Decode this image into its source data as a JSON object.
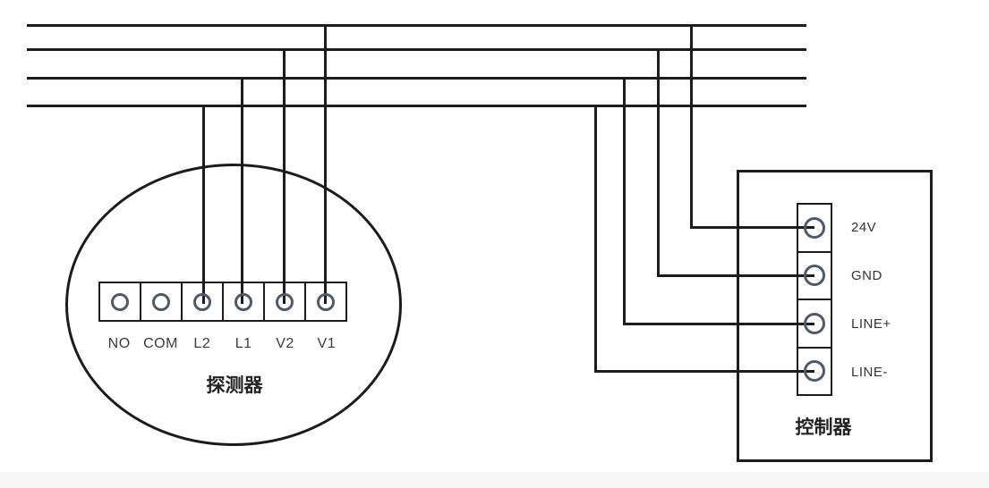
{
  "detector": {
    "label": "探测器",
    "terminals": [
      {
        "label": "NO"
      },
      {
        "label": "COM"
      },
      {
        "label": "L2"
      },
      {
        "label": "L1"
      },
      {
        "label": "V2"
      },
      {
        "label": "V1"
      }
    ]
  },
  "controller": {
    "label": "控制器",
    "terminals": [
      {
        "label": "24V"
      },
      {
        "label": "GND"
      },
      {
        "label": "LINE+"
      },
      {
        "label": "LINE-"
      }
    ]
  },
  "buses": [
    {
      "index": 1,
      "connects": [
        "V1",
        "24V"
      ]
    },
    {
      "index": 2,
      "connects": [
        "V2",
        "GND"
      ]
    },
    {
      "index": 3,
      "connects": [
        "L1",
        "LINE+"
      ]
    },
    {
      "index": 4,
      "connects": [
        "L2",
        "LINE-"
      ]
    }
  ],
  "colors": {
    "wire": "#1c1c1c",
    "terminal_ring": "#4d5a69"
  }
}
